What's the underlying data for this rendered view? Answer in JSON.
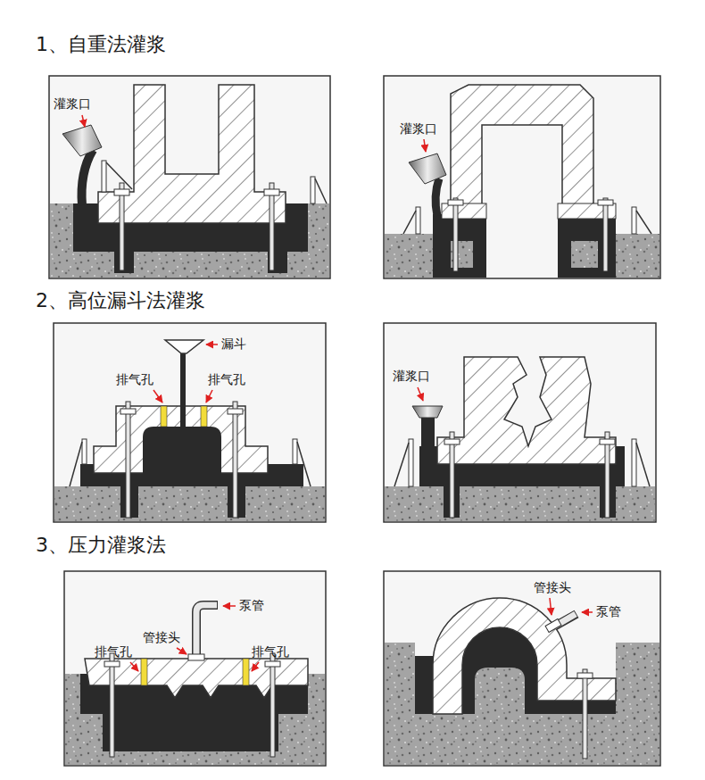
{
  "diagram": {
    "labels": [
      "1、自重法灌浆",
      "灌浆口",
      "灌浆口",
      "2、高位漏斗法灌浆",
      "漏斗",
      "排气孔",
      "排气孔",
      "灌浆口",
      "3、压力灌浆法",
      "泵管",
      "管接头",
      "排气孔",
      "排气孔",
      "管接头",
      "泵管"
    ]
  }
}
